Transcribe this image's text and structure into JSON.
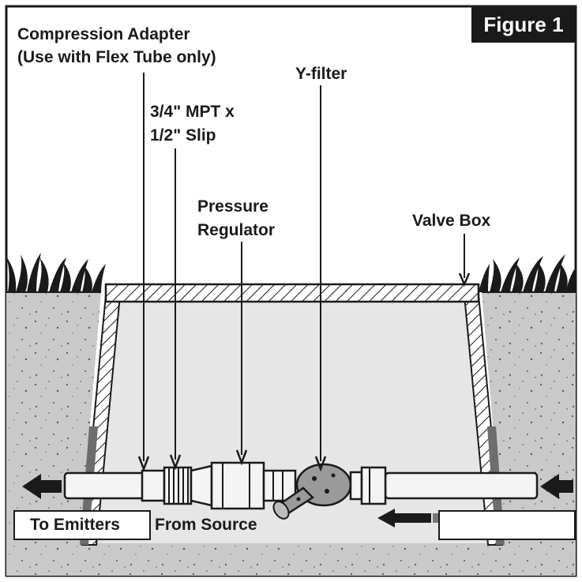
{
  "figure": {
    "badge_label": "Figure 1"
  },
  "labels": {
    "compression_adapter_line1": "Compression Adapter",
    "compression_adapter_line2": "(Use with Flex Tube only)",
    "fitting_line1": "3/4\" MPT x",
    "fitting_line2": "1/2\" Slip",
    "y_filter": "Y-filter",
    "pressure_regulator_line1": "Pressure",
    "pressure_regulator_line2": "Regulator",
    "valve_box": "Valve Box",
    "to_emitters": "To Emitters",
    "from_source": "From Source"
  },
  "colors": {
    "ink": "#1a1a1a",
    "soil": "#c9c9c9",
    "box_interior": "#e6e6e6",
    "pipe": "#f4f4f4",
    "badge_bg": "#1a1a1a"
  }
}
